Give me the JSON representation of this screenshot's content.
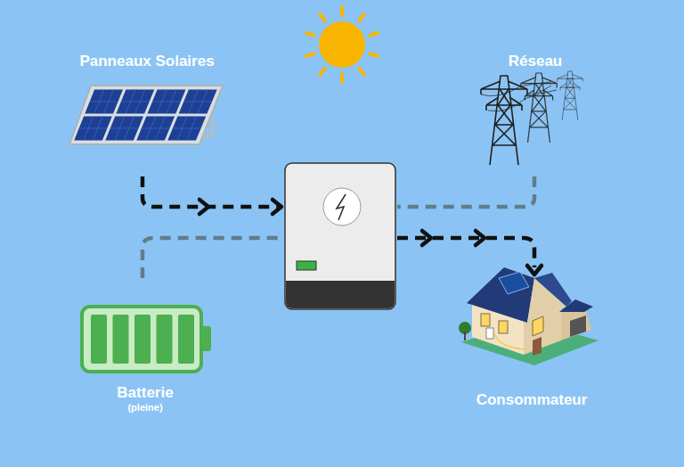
{
  "diagram": {
    "nodes": [
      {
        "text": [
          "Panneaux Solaires"
        ]
      },
      {
        "text": [
          "Réseau"
        ]
      },
      {
        "text": [
          "Batterie",
          "(pleine)"
        ]
      },
      {
        "text": [
          "Consommateur"
        ]
      }
    ]
  }
}
